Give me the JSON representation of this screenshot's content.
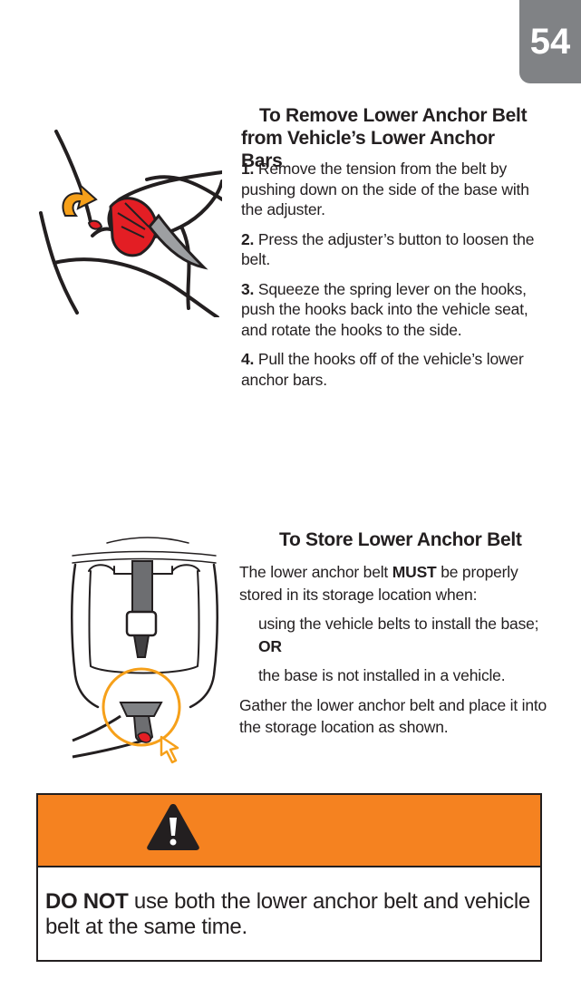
{
  "page_number": "54",
  "remove": {
    "title_line1": "To Remove Lower Anchor Belt",
    "title_line2": "from Vehicle’s Lower Anchor Bars",
    "steps": [
      {
        "num": "1.",
        "text": "Remove the tension from the belt by pushing down on the side of the base with the adjuster."
      },
      {
        "num": "2.",
        "text": "Press the adjuster’s button to loosen the belt."
      },
      {
        "num": "3.",
        "text": "Squeeze the spring lever on the hooks, push the hooks back into the vehicle seat, and rotate the hooks to the side."
      },
      {
        "num": "4.",
        "text": "Pull the hooks off of the vehicle’s lower anchor bars."
      }
    ]
  },
  "store": {
    "title": "To Store Lower Anchor Belt",
    "intro_pre": "The lower anchor belt ",
    "intro_bold": "MUST",
    "intro_post": " be properly stored in its storage location when:",
    "bullet1_pre": "using the vehicle belts to install the base; ",
    "bullet1_bold": "OR",
    "bullet2": "the base is not installed in a vehicle.",
    "closing": "Gather the lower anchor belt and place it into the storage location as shown."
  },
  "warning": {
    "bold": "DO NOT",
    "text": " use both the lower anchor belt and vehicle belt at the same time."
  },
  "colors": {
    "tab": "#808285",
    "warning": "#f58220",
    "accent_red": "#e31e24",
    "accent_orange": "#f6a01a"
  },
  "icons": [
    "warning-triangle-icon",
    "rotate-arrow-icon",
    "pointer-arrow-icon"
  ]
}
